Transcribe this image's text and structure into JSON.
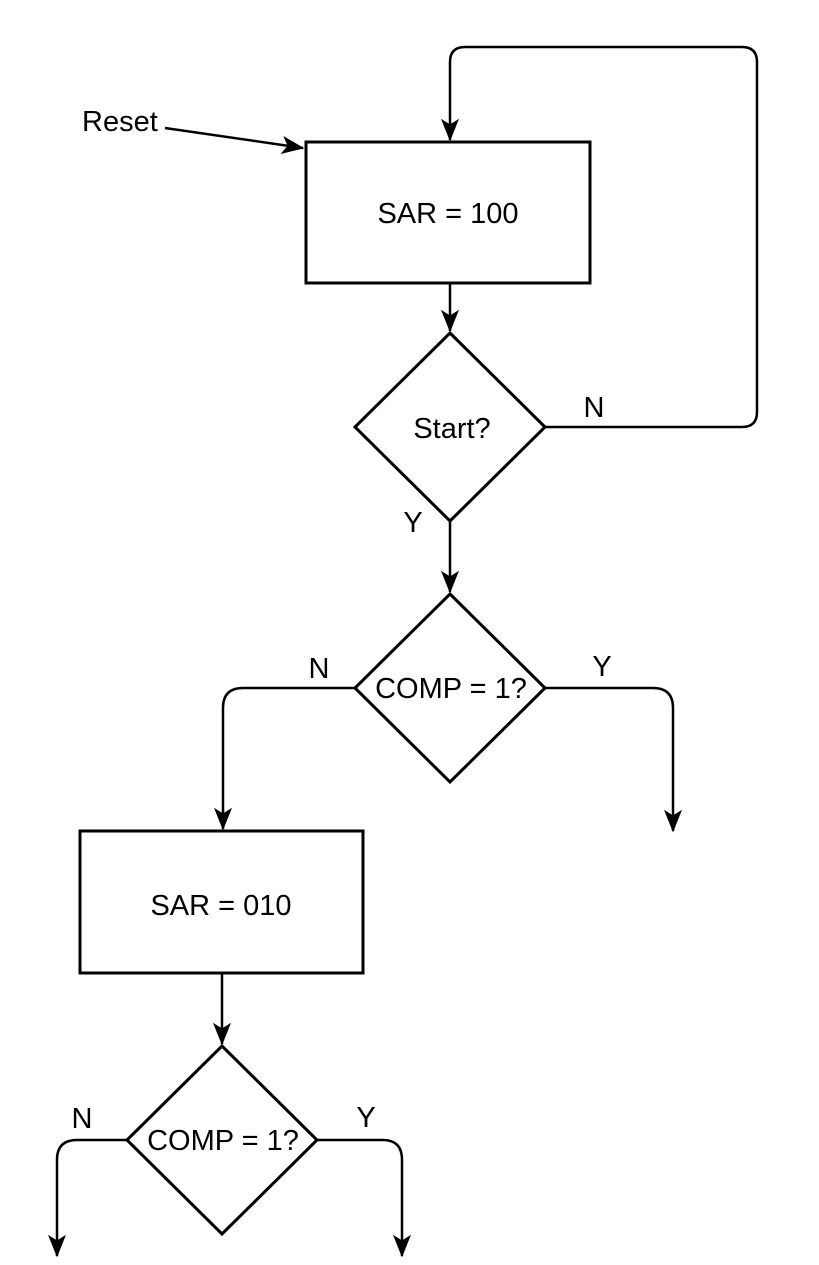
{
  "diagram": {
    "type": "flowchart",
    "background_color": "#ffffff",
    "stroke_color": "#000000",
    "text_color": "#000000",
    "entry": {
      "reset_label": "Reset"
    },
    "nodes": {
      "box_sar_100": {
        "shape": "rectangle",
        "label": "SAR = 100"
      },
      "decision_start": {
        "shape": "diamond",
        "label": "Start?"
      },
      "decision_comp_1": {
        "shape": "diamond",
        "label": "COMP = 1?"
      },
      "box_sar_010": {
        "shape": "rectangle",
        "label": "SAR = 010"
      },
      "decision_comp_2": {
        "shape": "diamond",
        "label": "COMP = 1?"
      }
    },
    "branch_labels": {
      "start_no": "N",
      "start_yes": "Y",
      "comp1_no": "N",
      "comp1_yes": "Y",
      "comp2_no": "N",
      "comp2_yes": "Y"
    },
    "edges": [
      {
        "from": "reset",
        "to": "box_sar_100"
      },
      {
        "from": "box_sar_100",
        "to": "decision_start"
      },
      {
        "from": "decision_start",
        "to": "box_sar_100",
        "condition": "N",
        "style": "loop-right-top"
      },
      {
        "from": "decision_start",
        "to": "decision_comp_1",
        "condition": "Y"
      },
      {
        "from": "decision_comp_1",
        "to": "box_sar_010",
        "condition": "N"
      },
      {
        "from": "decision_comp_1",
        "to": "open-end-right",
        "condition": "Y"
      },
      {
        "from": "box_sar_010",
        "to": "decision_comp_2"
      },
      {
        "from": "decision_comp_2",
        "to": "open-end-left",
        "condition": "N"
      },
      {
        "from": "decision_comp_2",
        "to": "open-end-right",
        "condition": "Y"
      }
    ]
  }
}
